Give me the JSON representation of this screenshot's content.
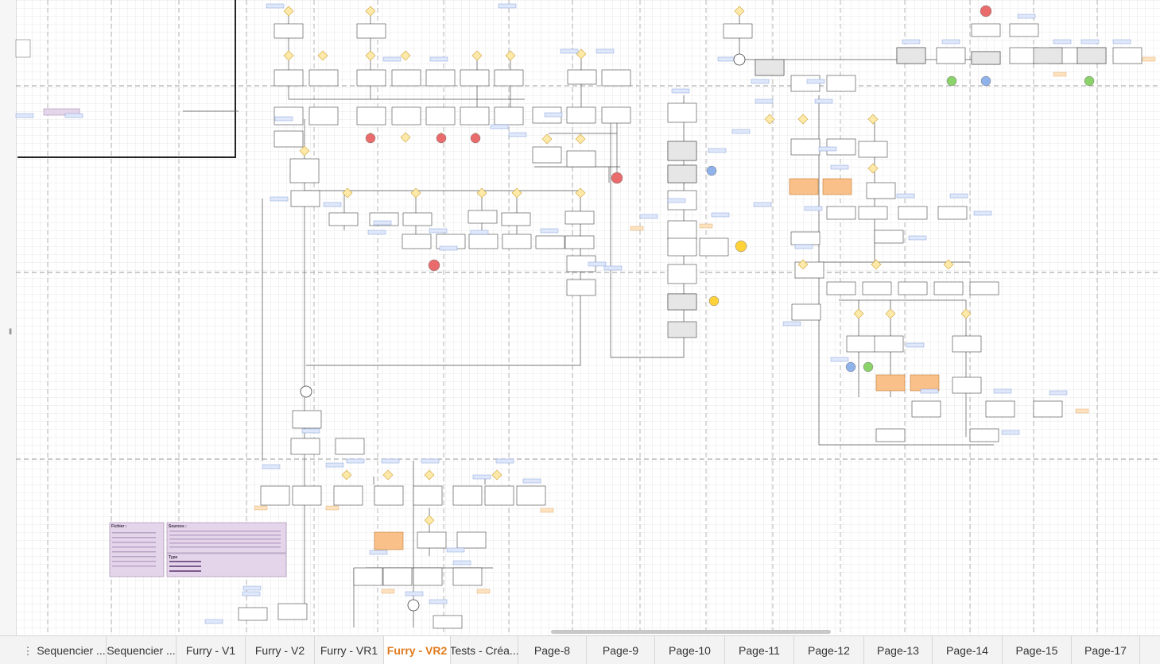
{
  "tabs": [
    {
      "label": "Sequencier ...",
      "active": false
    },
    {
      "label": "Sequencier ...",
      "active": false
    },
    {
      "label": "Furry - V1",
      "active": false
    },
    {
      "label": "Furry - V2",
      "active": false
    },
    {
      "label": "Furry - VR1",
      "active": false
    },
    {
      "label": "Furry - VR2",
      "active": true
    },
    {
      "label": "Tests - Créa...",
      "active": false
    },
    {
      "label": "Page-8",
      "active": false
    },
    {
      "label": "Page-9",
      "active": false
    },
    {
      "label": "Page-10",
      "active": false
    },
    {
      "label": "Page-11",
      "active": false
    },
    {
      "label": "Page-12",
      "active": false
    },
    {
      "label": "Page-13",
      "active": false
    },
    {
      "label": "Page-14",
      "active": false
    },
    {
      "label": "Page-15",
      "active": false
    },
    {
      "label": "Page-17",
      "active": false
    }
  ],
  "legend": {
    "left_title": "Fichier :",
    "right_title": "Sources :",
    "lower_title": "Type"
  },
  "colors": {
    "process_fill": "#ffffff",
    "gray_fill": "#e6e6e6",
    "decision_fill": "#ffe9a8",
    "tag_fill": "#dfe8fb",
    "orange_fill": "#f9c08a",
    "red_node": "#ea6b6b",
    "green_node": "#8bd26b",
    "blue_node": "#8fb2ea",
    "yellow_node": "#ffd23a",
    "legend_fill": "#e5d5ea",
    "active_tab": "#e07b1f"
  }
}
